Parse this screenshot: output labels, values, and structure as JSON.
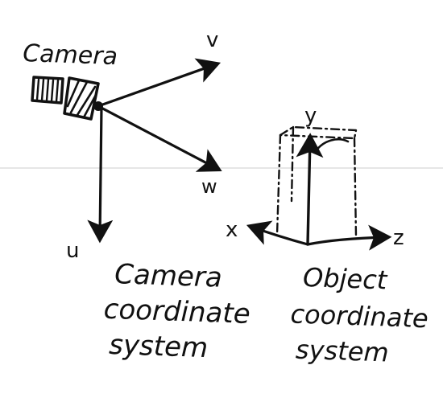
{
  "camera": {
    "label": "Camera",
    "axes": {
      "v": "v",
      "w": "w",
      "u": "u"
    },
    "caption": [
      "Camera",
      "coordinate",
      "system"
    ]
  },
  "object": {
    "axes": {
      "y": "y",
      "x": "x",
      "z": "z"
    },
    "caption": [
      "Object",
      "coordinate",
      "system"
    ]
  },
  "colors": {
    "ink": "#111111",
    "background": "#ffffff",
    "scan_line": "#d8d8d8"
  }
}
